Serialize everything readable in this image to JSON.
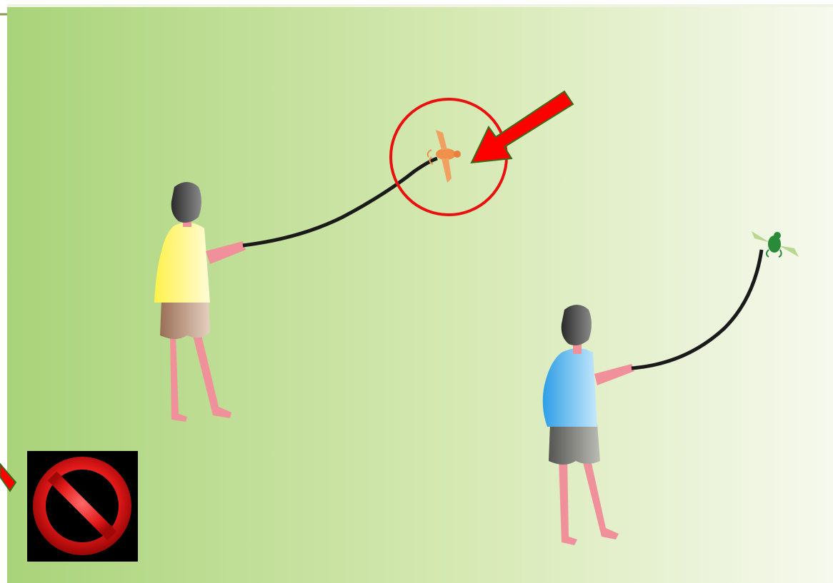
{
  "slide": {
    "description_icons": [
      "prohibition-icon",
      "red-arrow-icon",
      "red-circle-highlight"
    ],
    "colors": {
      "background_left": "#a9d37a",
      "background_right": "#f6f9ee",
      "highlight_red": "#e8110f",
      "arrow_red": "#ff0000",
      "arrow_outline": "#3a6b1a",
      "boy1_shirt": "#fff45c",
      "boy1_shorts": "#a9826a",
      "boy2_shirt": "#3aa8e6",
      "boy2_shorts": "#6a6a66",
      "skin": "#f0909a",
      "hair": "#2f2f2f",
      "line": "#1a1a1a",
      "dragonfly_orange": "#f0904a",
      "dragonfly_green": "#2a8a3a"
    },
    "scene": {
      "figures": [
        "boy-with-string-left",
        "boy-with-string-right"
      ],
      "insects": [
        "dragonfly-orange-on-string",
        "dragonfly-green-on-string"
      ]
    }
  }
}
